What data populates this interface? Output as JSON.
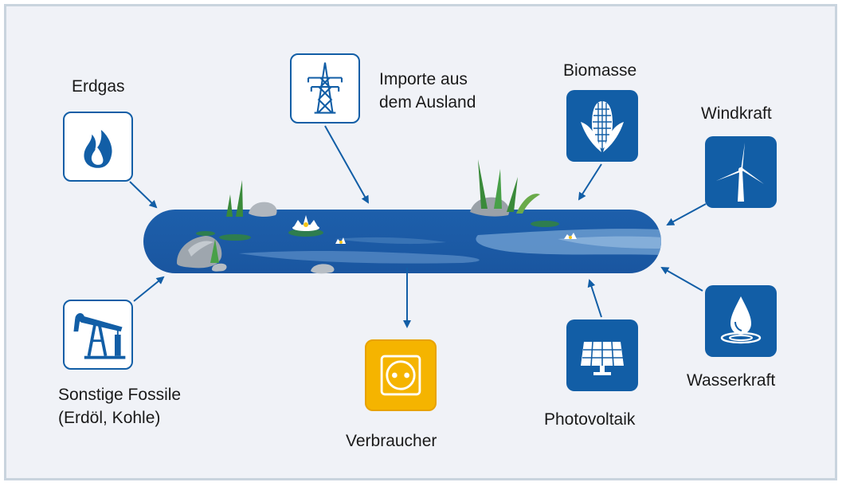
{
  "colors": {
    "primary_blue": "#125ea6",
    "consumer_yellow": "#f5b400",
    "background": "#f0f2f7",
    "frame": "#c9d4de",
    "water": "#1d5fab"
  },
  "sources": [
    {
      "id": "erdgas",
      "label": "Erdgas",
      "icon": "flame-icon",
      "style": "outline"
    },
    {
      "id": "importe",
      "label_lines": [
        "Importe aus",
        "dem Ausland"
      ],
      "icon": "power-pylon-icon",
      "style": "outline"
    },
    {
      "id": "biomasse",
      "label": "Biomasse",
      "icon": "corn-icon",
      "style": "filled"
    },
    {
      "id": "windkraft",
      "label": "Windkraft",
      "icon": "wind-turbine-icon",
      "style": "filled"
    },
    {
      "id": "wasserkraft",
      "label": "Wasserkraft",
      "icon": "water-drop-icon",
      "style": "filled"
    },
    {
      "id": "photovoltaik",
      "label": "Photovoltaik",
      "icon": "solar-panel-icon",
      "style": "filled"
    },
    {
      "id": "fossile",
      "label_lines": [
        "Sonstige Fossile",
        "(Erdöl, Kohle)"
      ],
      "icon": "oil-pump-icon",
      "style": "outline"
    }
  ],
  "consumer": {
    "label": "Verbraucher",
    "icon": "power-socket-icon"
  },
  "pool": {
    "icon": "energy-pool-lake"
  }
}
